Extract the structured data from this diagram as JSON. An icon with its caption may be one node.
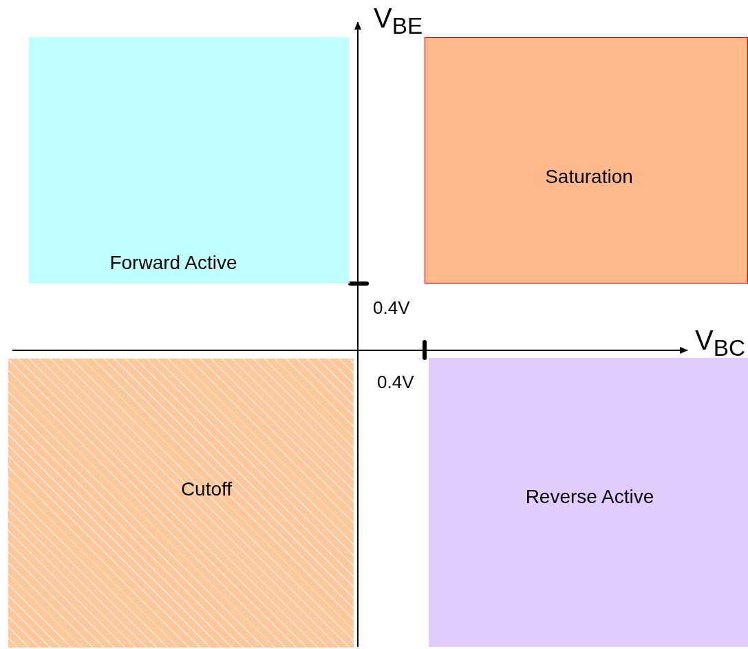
{
  "diagram": {
    "nodes": [
      {
        "text": [
          "Forward Active"
        ]
      },
      {
        "text": [
          "Saturation"
        ]
      },
      {
        "text": [
          "Cutoff"
        ]
      },
      {
        "text": [
          "Reverse Active"
        ]
      }
    ],
    "labels": [
      "V$_{BE}$",
      "0.4V",
      "V$_{BC}$",
      "0.4V"
    ]
  }
}
